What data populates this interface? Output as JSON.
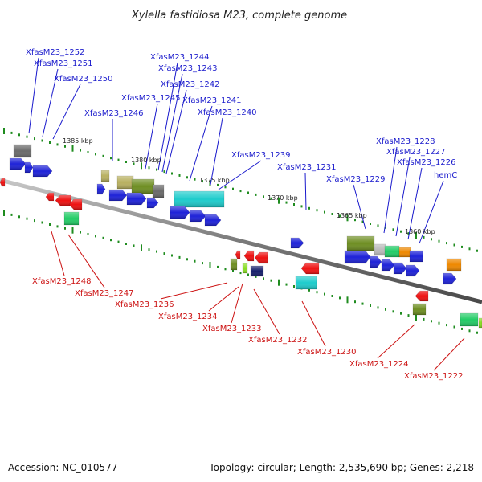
{
  "title": "Xylella fastidiosa M23, complete genome",
  "footer": {
    "accession": "Accession: NC_010577",
    "summary": "Topology: circular; Length: 2,535,690 bp; Genes: 2,218"
  },
  "colors": {
    "backbone": "#8a8a8a",
    "tick": "#1f8c1f",
    "label_forward": "#1a1acc",
    "label_reverse": "#cc1111",
    "cds": "#1e22d8",
    "red": "#ee1111",
    "cyan": "#1ecccc",
    "olive": "#6e8e22",
    "khaki": "#b8b060",
    "gray": "#6a6a6a",
    "green": "#22cc66",
    "orange": "#ee8800",
    "lime": "#88dd22",
    "navy": "#151f6a",
    "silver": "#bbbbbb"
  },
  "ticks": [
    "1385 kbp",
    "1380 kbp",
    "1375 kbp",
    "1370 kbp",
    "1365 kbp",
    "1360 kbp"
  ],
  "labels_forward": [
    "XfasM23_1252",
    "XfasM23_1251",
    "XfasM23_1250",
    "XfasM23_1244",
    "XfasM23_1243",
    "XfasM23_1242",
    "XfasM23_1245",
    "XfasM23_1241",
    "XfasM23_1246",
    "XfasM23_1240",
    "XfasM23_1239",
    "XfasM23_1231",
    "XfasM23_1229",
    "XfasM23_1228",
    "XfasM23_1227",
    "XfasM23_1226",
    "hemC"
  ],
  "labels_reverse": [
    "XfasM23_1248",
    "XfasM23_1247",
    "XfasM23_1236",
    "XfasM23_1234",
    "XfasM23_1233",
    "XfasM23_1232",
    "XfasM23_1230",
    "XfasM23_1224",
    "XfasM23_1222"
  ]
}
